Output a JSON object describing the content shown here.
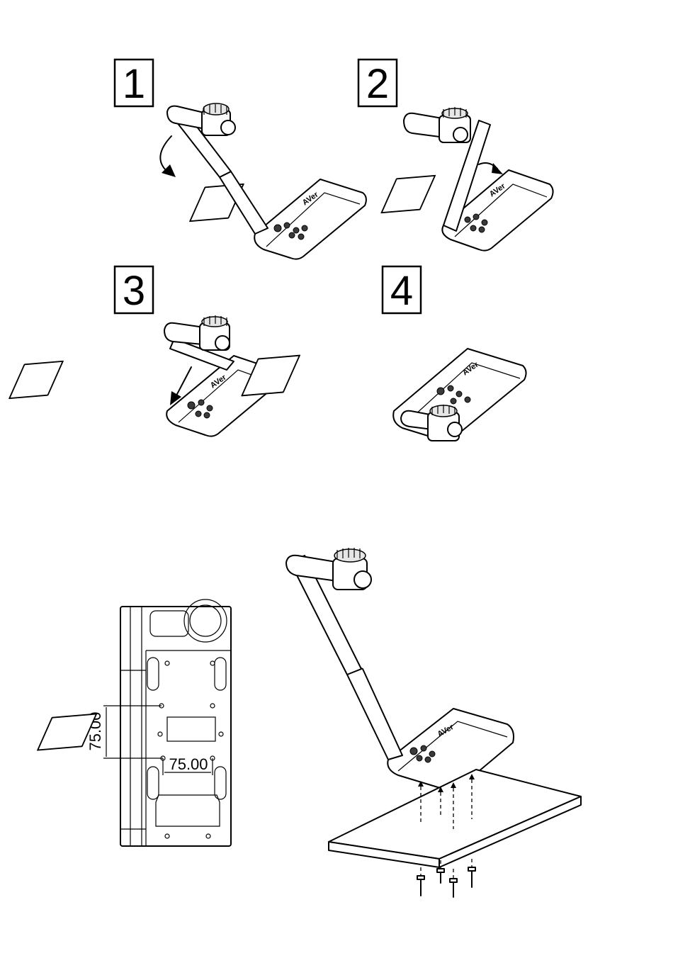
{
  "steps": [
    {
      "number": "1"
    },
    {
      "number": "2"
    },
    {
      "number": "3"
    },
    {
      "number": "4"
    }
  ],
  "brand_label": "AVer",
  "dimensions": {
    "vertical": "75.00",
    "horizontal": "75.00"
  },
  "colors": {
    "line": "#000000",
    "background": "#ffffff",
    "shade": "#e6e6e6"
  }
}
